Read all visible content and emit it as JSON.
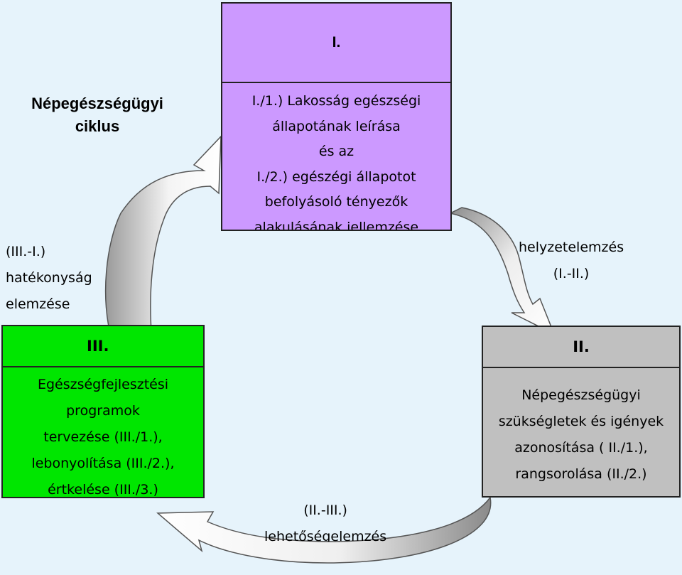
{
  "title": [
    "Népegészségügyi",
    "ciklus"
  ],
  "boxes": {
    "one": {
      "heading": "I.",
      "lines": [
        "I./1.) Lakosság egészségi",
        "állapotának leírása",
        "és az",
        "I./2.) egészégi állapotot",
        "befolyásoló tényezők",
        "alakulásának jellemzése"
      ],
      "color": "#cc99ff"
    },
    "two": {
      "heading": "II.",
      "lines": [
        "Népegészségügyi",
        "szükségletek és igények",
        "azonosítása ( II./1.),",
        "rangsorolása (II./2.)"
      ],
      "color": "#c0c0c0"
    },
    "three": {
      "heading": "III.",
      "lines": [
        "Egészségfejlesztési",
        "programok",
        "tervezése (III./1.),",
        "lebonyolítása (III./2.),",
        "értkelése (III./3.)"
      ],
      "color": "#00e600"
    }
  },
  "labels": {
    "efficiency": [
      "(III.-I.)",
      "hatékonyság",
      "elemzése"
    ],
    "situation": [
      "helyzetelemzés",
      "(I.-II.)"
    ],
    "possibility": [
      "(II.-III.)",
      "lehetőségelemzés"
    ]
  },
  "icons": {
    "arrow_3_to_1": "curved-arrow-icon",
    "arrow_1_to_2": "curved-arrow-icon",
    "arrow_2_to_3": "curved-arrow-icon"
  },
  "colors": {
    "background": "#e6f3fb",
    "arrow_fill": "#ffffff"
  }
}
